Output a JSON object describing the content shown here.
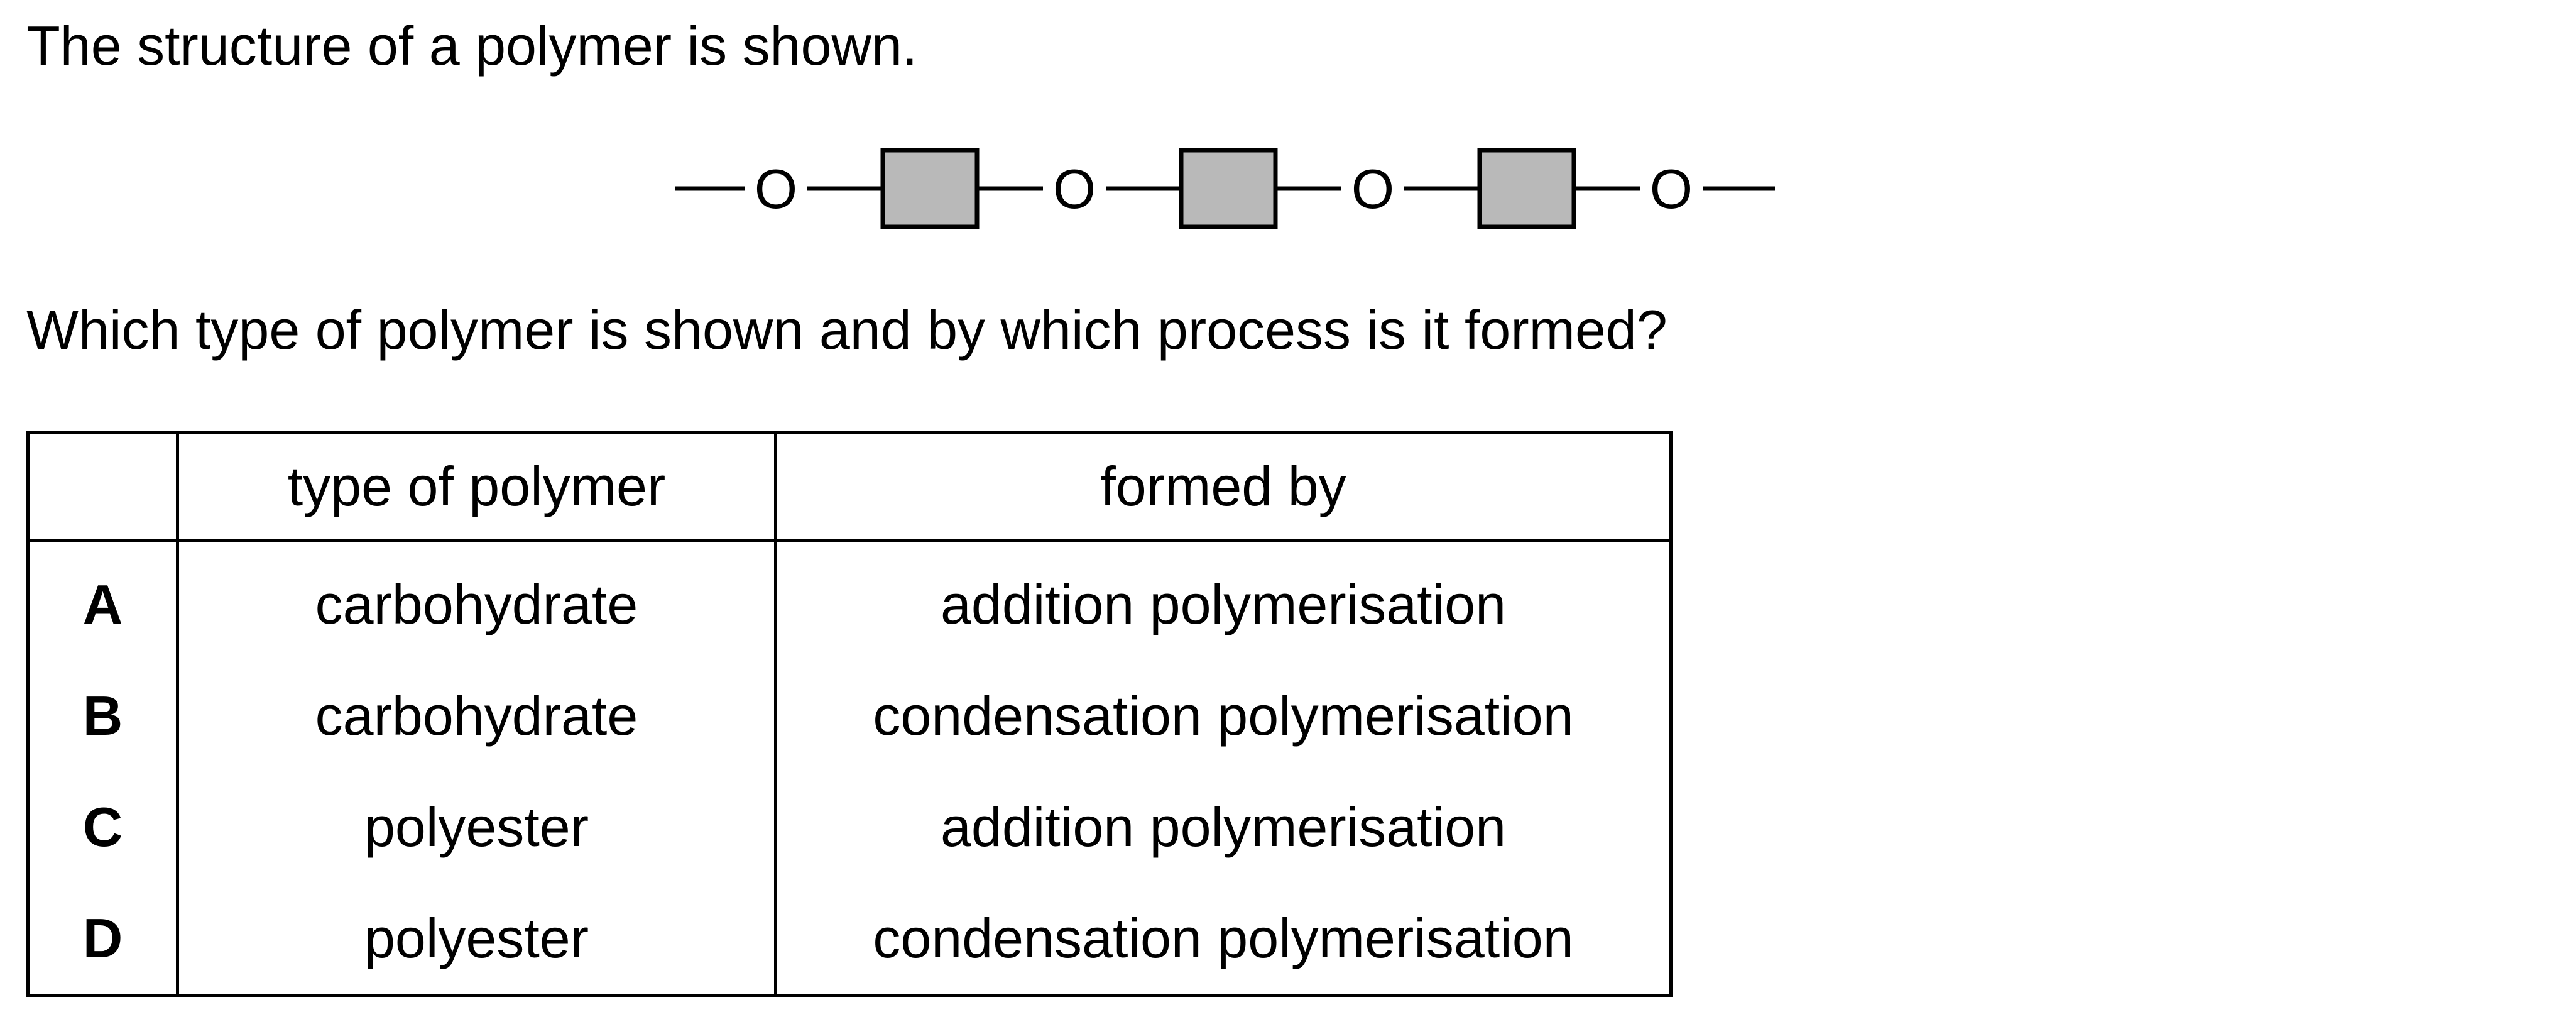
{
  "intro_text": "The structure of a polymer is shown.",
  "question_text": "Which type of polymer is shown and by which process is it formed?",
  "structure": {
    "link_label": "O",
    "unit_color": "#b9b9b9",
    "unit_count": 3
  },
  "table": {
    "headers": [
      "",
      "type of polymer",
      "formed by"
    ],
    "rows": [
      {
        "letter": "A",
        "type": "carbohydrate",
        "process": "addition polymerisation"
      },
      {
        "letter": "B",
        "type": "carbohydrate",
        "process": "condensation polymerisation"
      },
      {
        "letter": "C",
        "type": "polyester",
        "process": "addition polymerisation"
      },
      {
        "letter": "D",
        "type": "polyester",
        "process": "condensation polymerisation"
      }
    ]
  }
}
